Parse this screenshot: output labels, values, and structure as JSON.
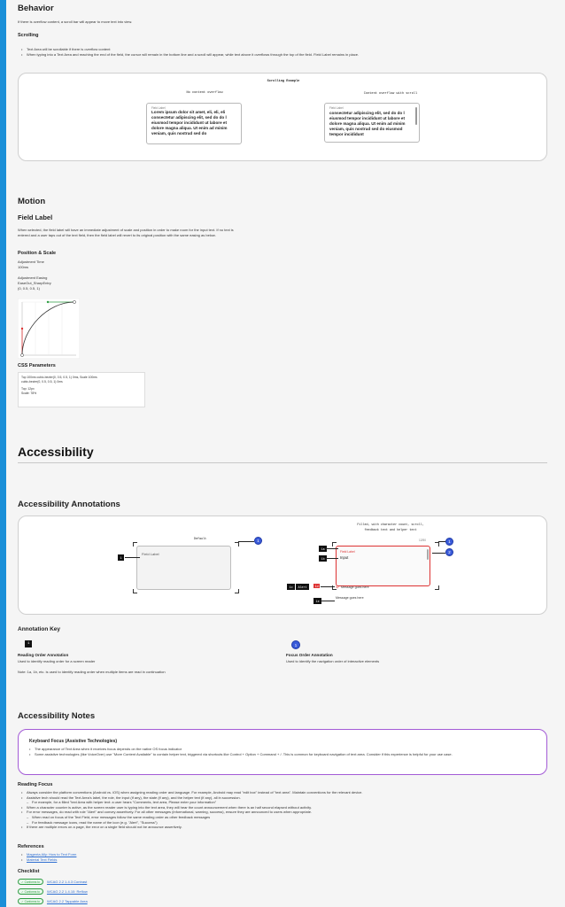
{
  "behavior": {
    "title": "Behavior",
    "intro": "If there is overflow content, a scroll bar will appear to move text into view.",
    "scrolling_heading": "Scrolling",
    "bullets": [
      "Text Area will be scrollable if there is overflow content",
      "When typing into a Text Area and reaching the end of the field, the cursor will remain in the bottom line and a scroll will appear, while text above it overflows through the top of the field. Field Label remains in place."
    ],
    "example": {
      "title": "Scrolling Example",
      "left_caption": "No content overflow",
      "right_caption": "Content overflow with scroll",
      "field_label": "Field Label",
      "text": "Lorem ipsum dolor sit amet, eli, eli, eli consectetur adipiscing elit, sed do do l eiusmod tempor incididunt ut labore et dolore magna aliqua. Ut enim ad minim veniam, quis nostrud sed do",
      "overflow_text": "Lorem ipsum dolor sit amet, eli, eli, eli consectetur adipiscing elit, sed do do l eiusmod tempor incididunt ut labore et dolore magna aliqua. Ut enim ad minim veniam, quis nostrud sed do eiusmod tempor incididunt"
    }
  },
  "motion": {
    "title": "Motion",
    "field_label_heading": "Field Label",
    "description": "When selected, the field label will have an immediate adjustment of scale and position in order to make room for the input text. If no text is entered and a user taps out of the text field, then the field label will revert to its original position with the same easing as below.",
    "position_scale_heading": "Position & Scale",
    "adjustment_time_label": "Adjustment Time",
    "adjustment_time_value": "100ms",
    "adjustment_easing_label": "Adjustment Easing",
    "adjustment_easing_value": "EaseOut_SharpEntry",
    "adjustment_easing_params": "(0, 0.5, 0.5, 1)",
    "css_heading": "CSS Parameters",
    "css_line1": "Top 100ms cubic-bezier(0, 0.5, 0.5, 1) 0ms, Scale 100ms",
    "css_line2": "cubic-bezier(0, 0.5, 0.5, 1) 0ms",
    "css_top": "Top: 12px",
    "css_scale": "Scale: 78%"
  },
  "accessibility": {
    "title": "Accessibility",
    "annotations_heading": "Accessibility Annotations",
    "default_caption": "Default",
    "filled_caption_1": "Filled, with character count, scroll,",
    "filled_caption_2": "feedback text and helper text",
    "field_label": "Field Label",
    "input_text": "Input",
    "counter": "12/50",
    "message1": "Message goes here",
    "message2": "Message goes here",
    "badges": {
      "b1": "1",
      "b1a": "1a",
      "b1b": "1b",
      "b1c": "1c",
      "alert": "Alert",
      "b1d": "1d",
      "b1e": "1e",
      "f1": "1",
      "f2": "2"
    },
    "key_heading": "Annotation Key",
    "reading_order_title": "Reading Order Annotation",
    "reading_order_desc": "Used to identify reading order for a screen reader",
    "reading_order_note": "Note: 1a, 1b, etc. is used to identify reading order when multiple items are read in continuation",
    "focus_order_title": "Focus Order Annotation",
    "focus_order_desc": "Used to identify the navigation order of interactive elements",
    "notes_heading": "Accessibility Notes",
    "keyboard_title": "Keyboard Focus (Assistive Technologies)",
    "keyboard_bullets": [
      "The appearance of Text Area when it receives focus depends on the native OS focus indicator",
      "Some assistive technologies (like VoiceOver) use \"More Content Available\" to contain helper text, triggered via shortcuts like Control + Option + Command + /. This is common for keyboard navigation of text area. Consider if this experience is helpful for your use case."
    ],
    "reading_focus_heading": "Reading Focus",
    "reading_focus_bullets": [
      {
        "text": "Always consider the platform conventions (Android vs. iOS) when assigning reading order and language. For example, Android may read \"edit box\" instead of \"text area\". Maintain conventions for the relevant device.",
        "indent": false
      },
      {
        "text": "Assistive tech should read the Text Area's label, the role, the input (if any), the state (if any), and the helper text (if any), all in succession.",
        "indent": false
      },
      {
        "text": "For example, for a filled \"text Area with helper text: a user hears \"Comments, text area, Please enter your information\"",
        "indent": true
      },
      {
        "text": "When a character counter is active, as the screen reader user is typing into the text area, they will hear the count announcement when there is an half second elapsed without activity.",
        "indent": false
      },
      {
        "text": "For error messages, do read with role \"Alert\" and convey assertively. For all other messages (informational, warning, success), ensure they are announced to users when appropriate.",
        "indent": false
      },
      {
        "text": "When read on focus of the Text Field, error messages follow the same reading order as other feedback messages",
        "indent": true
      },
      {
        "text": "For feedback message icons, read the name of the icon (e.g. \"Alert\", \"Success\")",
        "indent": true
      },
      {
        "text": "If there are multiple errors on a page, the error on a single field should not be announce assertively.",
        "indent": false
      }
    ],
    "references_heading": "References",
    "references": [
      "Magenta Ally: How to Text Form",
      "Material Text Fields"
    ],
    "checklist_heading": "Checklist",
    "checklist": [
      {
        "status": "Conforms to",
        "link": "WCAG 2.2 1.4.3 Contrast"
      },
      {
        "status": "Conforms to",
        "link": "WCAG 2.2 1.4.10: Reflow"
      },
      {
        "status": "Conforms to",
        "link": "WCAG 2.2 Tappable Area"
      }
    ]
  },
  "colors": {
    "accent_bar": "#1a8fd8",
    "focus_badge": "#3a5bd9",
    "error": "#d33333",
    "keyboard_border": "#a35bd6",
    "conform": "#2f9e44"
  }
}
